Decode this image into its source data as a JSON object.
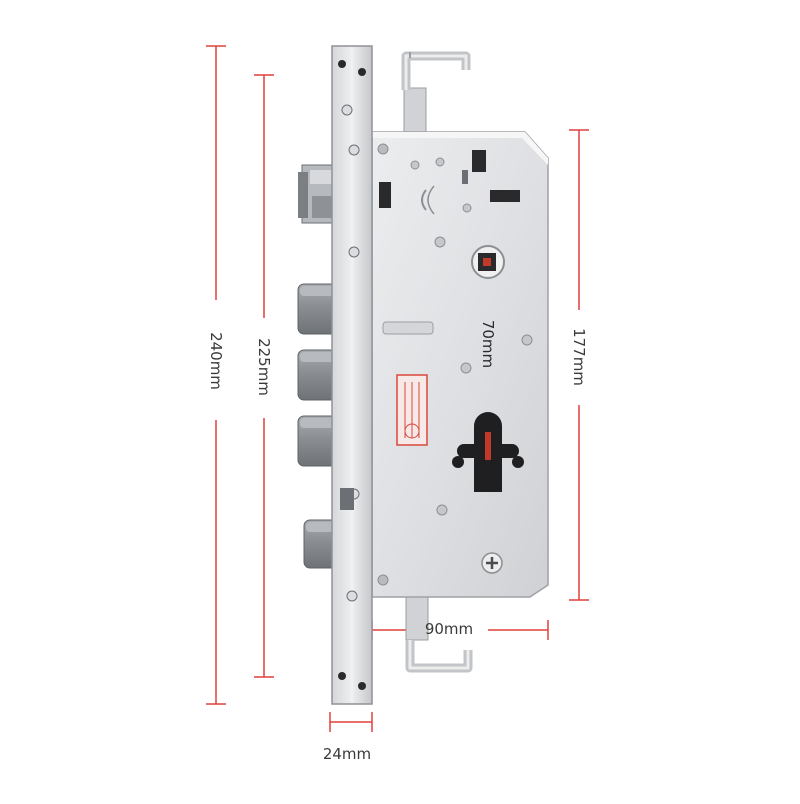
{
  "dimensions": {
    "total_height": "240mm",
    "faceplate_height": "225mm",
    "body_height": "177mm",
    "center_distance": "70mm",
    "body_depth": "90mm",
    "faceplate_width": "24mm"
  },
  "colors": {
    "dimension_line": "#e0403c",
    "label_text": "#3a3a3a",
    "steel_light": "#e4e5e7",
    "steel_mid": "#c8cacd",
    "steel_dark": "#8f9296"
  }
}
